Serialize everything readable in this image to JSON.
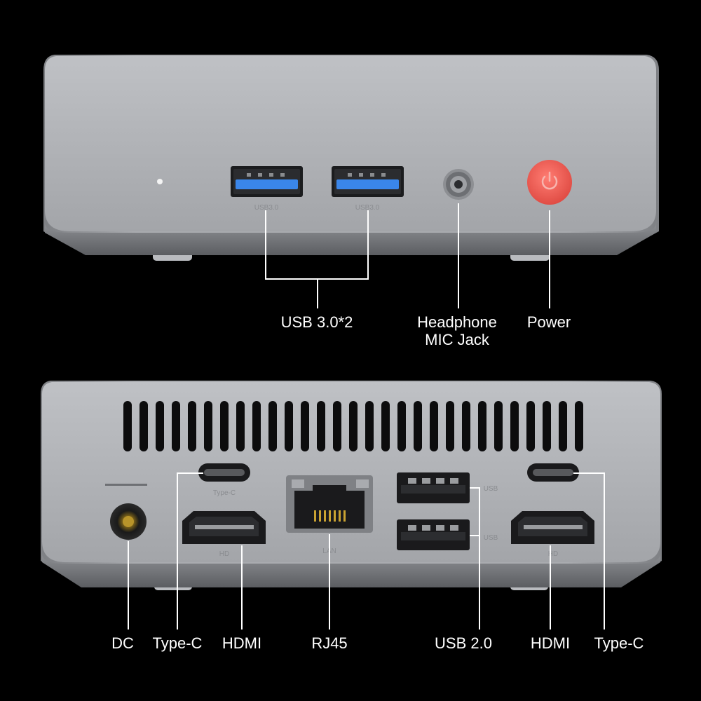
{
  "front_panel": {
    "port_print_usb_left": "USB3.0",
    "port_print_usb_right": "USB3.0",
    "labels": {
      "usb": "USB 3.0*2",
      "headphone_line1": "Headphone",
      "headphone_line2": "MIC Jack",
      "power": "Power"
    }
  },
  "rear_panel": {
    "port_prints": {
      "typec_left": "Type-C",
      "hdmi_left": "HD",
      "rj45": "LAN",
      "usb_top": "USB",
      "usb_bottom": "USB",
      "hdmi_right": "HD"
    },
    "labels": {
      "dc": "DC",
      "typec_left": "Type-C",
      "hdmi_left": "HDMI",
      "rj45": "RJ45",
      "usb": "USB 2.0",
      "hdmi_right": "HDMI",
      "typec_right": "Type-C"
    }
  },
  "colors": {
    "background": "#000000",
    "chassis": "#a9abaf",
    "usb3_blue": "#2f7be0",
    "power_red": "#f0625a",
    "callout_line": "#ffffff"
  }
}
